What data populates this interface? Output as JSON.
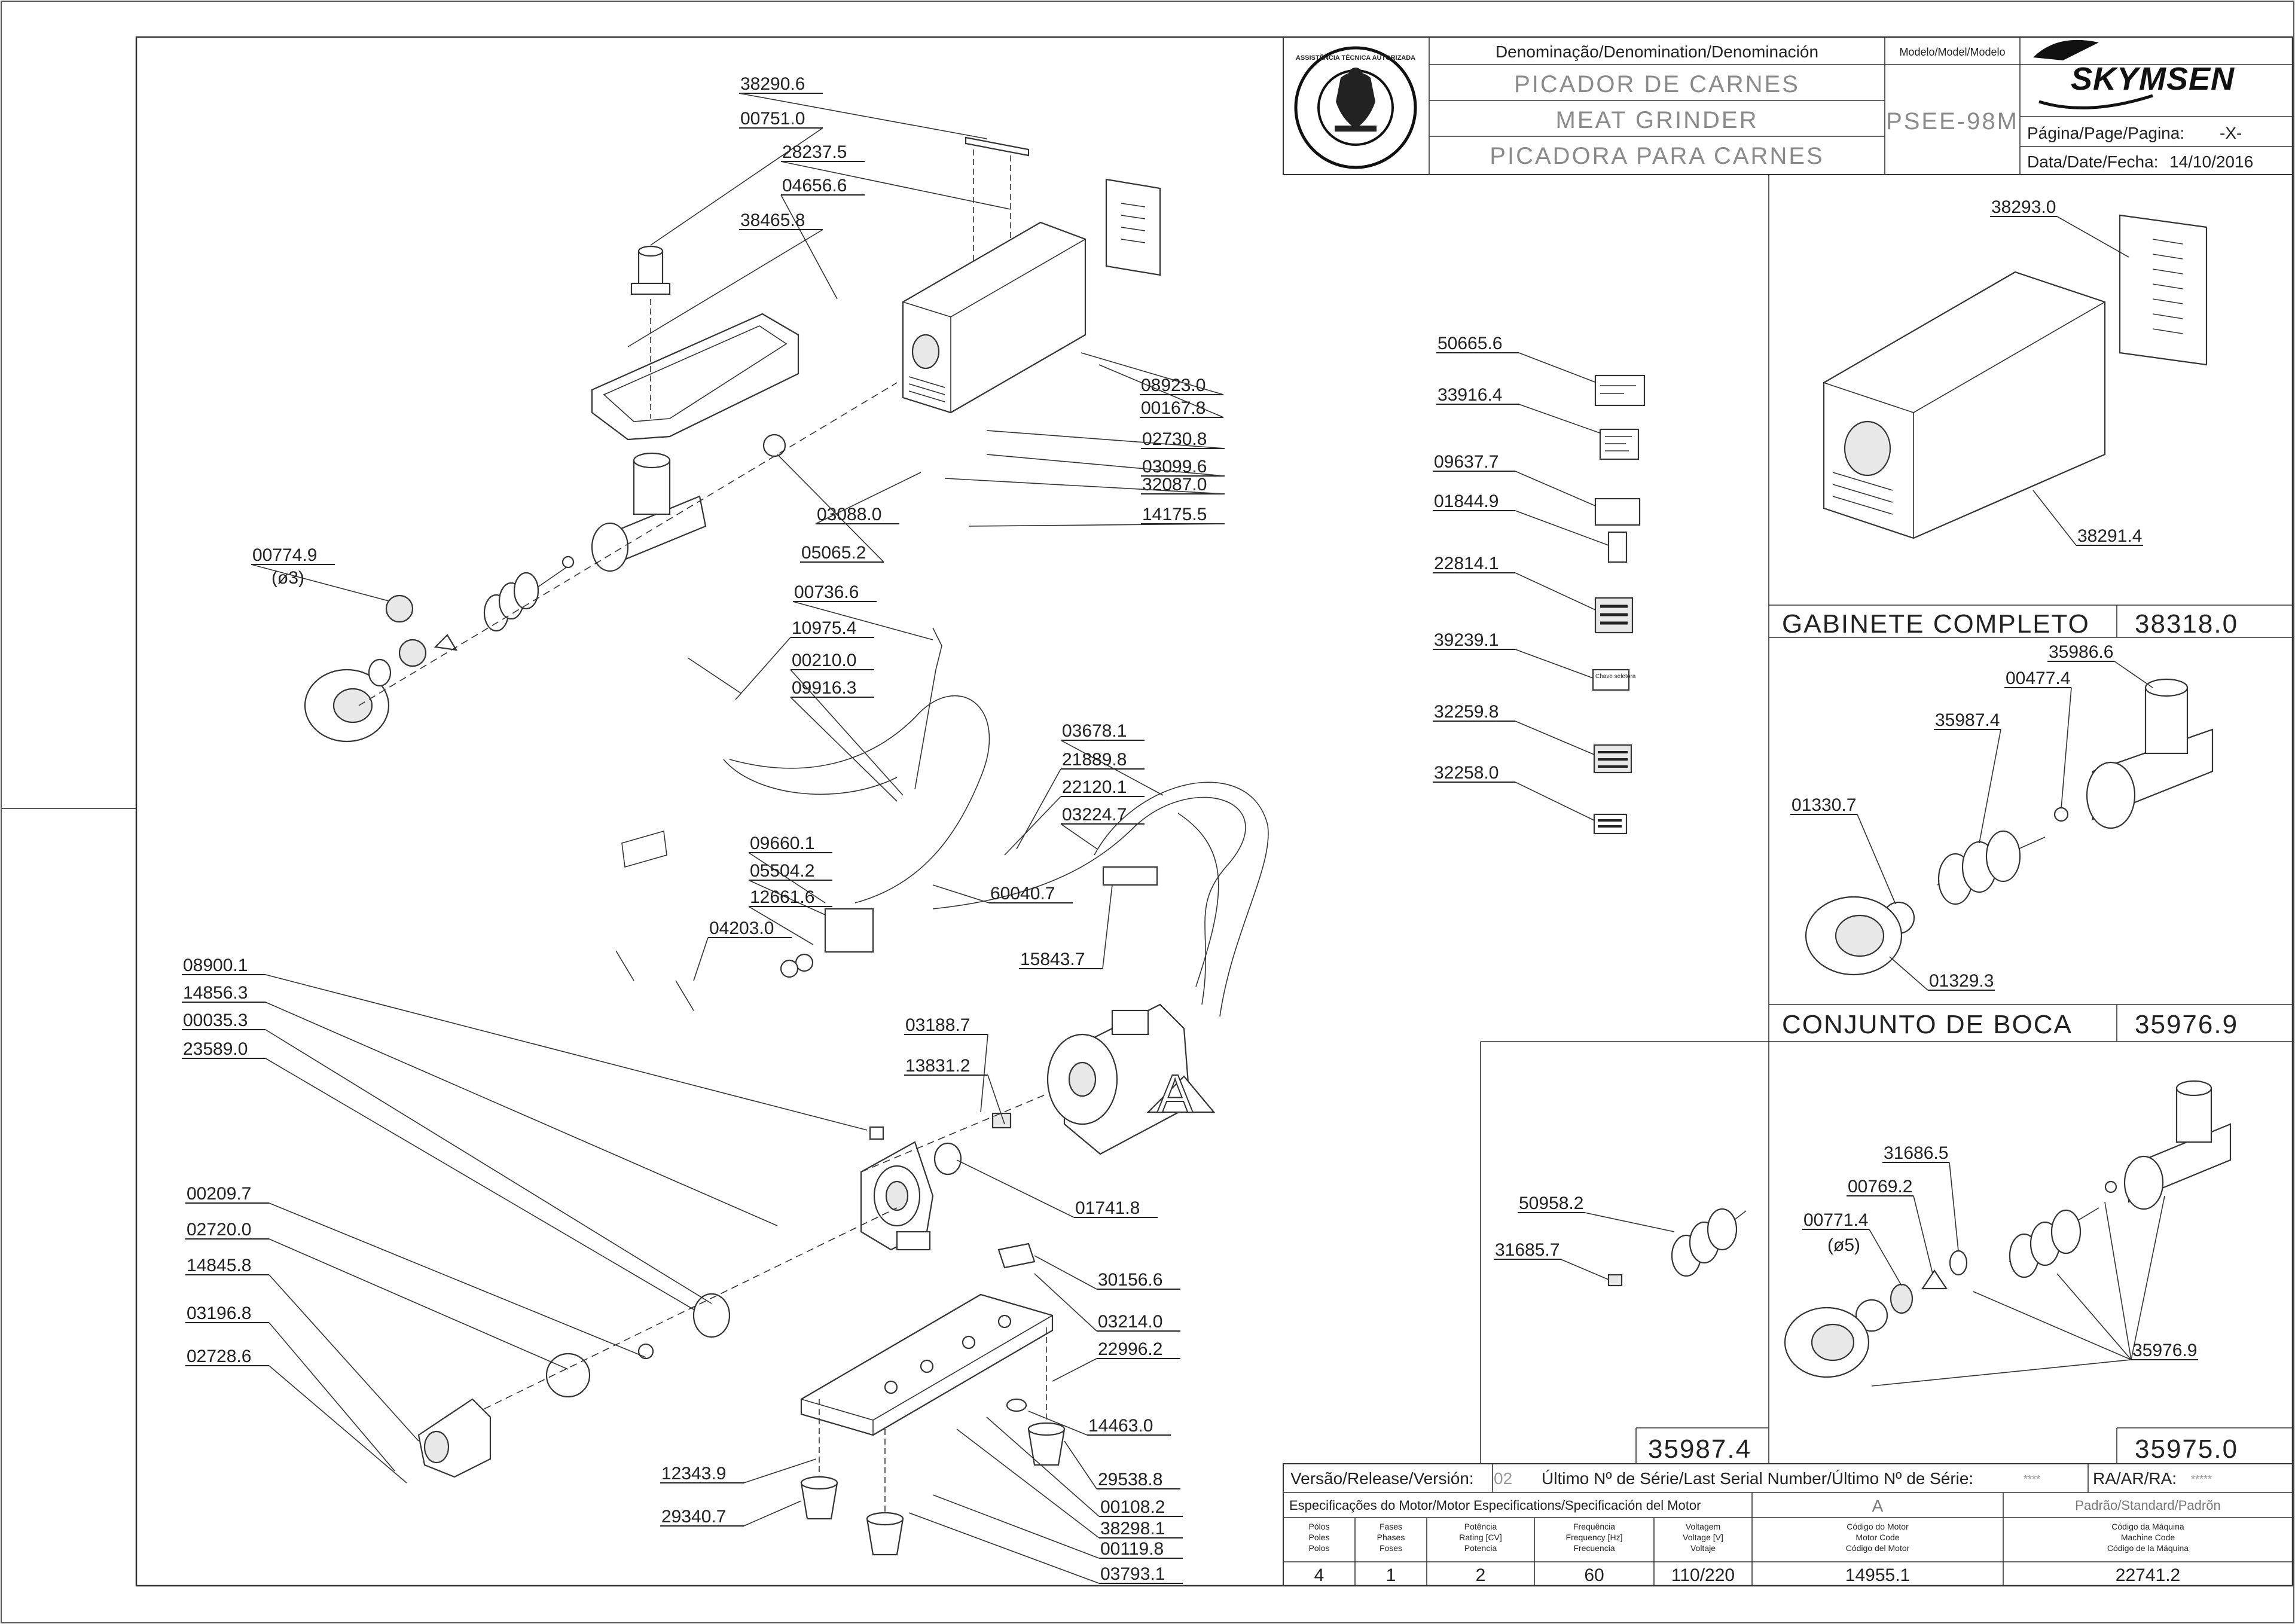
{
  "title_block": {
    "denomination_header": "Denominação/Denomination/Denominación",
    "model_header": "Modelo/Model/Modelo",
    "name_pt": "PICADOR DE CARNES",
    "name_en": "MEAT GRINDER",
    "name_es": "PICADORA PARA CARNES",
    "model": "PSEE-98M",
    "brand": "SKYMSEN",
    "page_label": "Página/Page/Pagina:",
    "page_value": "-X-",
    "date_label": "Data/Date/Fecha:",
    "date_value": "14/10/2016",
    "seal_text": "ASSISTÊNCIA TÉCNICA AUTORIZADA"
  },
  "main_parts": [
    "38290.6",
    "00751.0",
    "28237.5",
    "04656.6",
    "38465.8",
    "08923.0",
    "00167.8",
    "02730.8",
    "03099.6",
    "32087.0",
    "14175.5",
    "03088.0",
    "05065.2",
    "00774.9",
    "(ø3)",
    "00736.6",
    "10975.4",
    "00210.0",
    "09916.3",
    "03678.1",
    "21889.8",
    "22120.1",
    "03224.7",
    "09660.1",
    "05504.2",
    "60040.7",
    "12661.6",
    "04203.0",
    "15843.7",
    "08900.1",
    "14856.3",
    "00035.3",
    "23589.0",
    "03188.7",
    "13831.2",
    "01741.8",
    "00209.7",
    "02720.0",
    "14845.8",
    "03196.8",
    "02728.6",
    "30156.6",
    "03214.0",
    "22996.2",
    "14463.0",
    "29538.8",
    "12343.9",
    "29340.7",
    "00108.2",
    "38298.1",
    "00119.8",
    "03793.1"
  ],
  "motor_view_label": "A",
  "stickers": [
    "50665.6",
    "33916.4",
    "09637.7",
    "01844.9",
    "22814.1",
    "39239.1",
    "32259.8",
    "32258.0"
  ],
  "sticker_texts": {
    "chave_seletora": "Chave seletora"
  },
  "cabinet_panel": {
    "parts": [
      "38293.0",
      "38291.4"
    ],
    "title": "GABINETE COMPLETO",
    "code": "38318.0"
  },
  "mouth_panel": {
    "parts": [
      "35986.6",
      "00477.4",
      "35987.4",
      "01330.7",
      "01329.3"
    ],
    "title": "CONJUNTO DE BOCA",
    "code": "35976.9"
  },
  "screw_panel": {
    "parts": [
      "50958.2",
      "31685.7"
    ],
    "code": "35987.4"
  },
  "full_mouth_panel": {
    "parts": [
      "31686.5",
      "00769.2",
      "00771.4",
      "(ø5)",
      "35976.9"
    ],
    "code": "35975.0"
  },
  "footer": {
    "version_label": "Versão/Release/Versión:",
    "version_value": "02",
    "serial_label": "Último Nº de Série/Last Serial Number/Último Nº de Série:",
    "serial_value": "****",
    "ra_label": "RA/AR/RA:",
    "ra_value": "*****",
    "motor_spec_label": "Especificações do Motor/Motor Especifications/Specificación del Motor",
    "motor_col": "A",
    "standard_label": "Padrão/Standard/Padrõn",
    "headers": {
      "poles": [
        "Pólos",
        "Poles",
        "Polos"
      ],
      "phases": [
        "Fases",
        "Phases",
        "Foses"
      ],
      "power": [
        "Potência",
        "Rating [CV]",
        "Potencia"
      ],
      "frequency": [
        "Frequência",
        "Frequency [Hz]",
        "Frecuencia"
      ],
      "voltage": [
        "Voltagem",
        "Voltage [V]",
        "Voltaje"
      ],
      "motor_code": [
        "Código do Motor",
        "Motor Code",
        "Código del Motor"
      ],
      "machine_code": [
        "Código da Máquina",
        "Machine Code",
        "Código de la Máquina"
      ]
    },
    "values": {
      "poles": "4",
      "phases": "1",
      "power": "2",
      "frequency": "60",
      "voltage": "110/220",
      "motor_code": "14955.1",
      "machine_code": "22741.2"
    }
  }
}
